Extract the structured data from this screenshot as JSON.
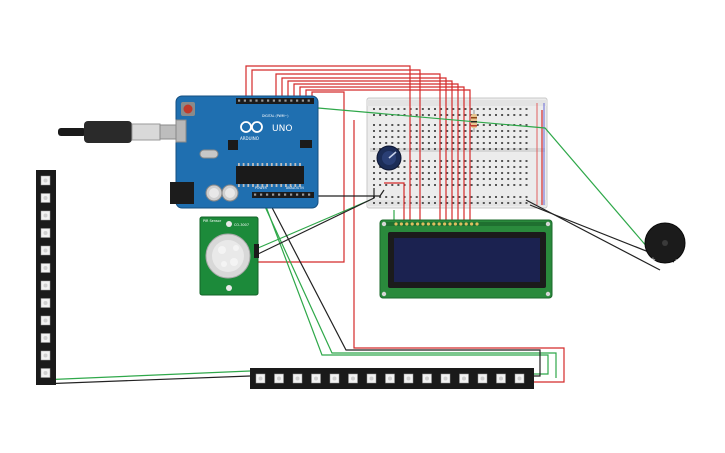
{
  "arduino": {
    "brand_text": "ARDUINO",
    "model_text": "UNO",
    "digital_header_text": "DIGITAL (PWM~)",
    "power_text": "POWER",
    "analog_text": "ANALOG IN"
  },
  "pir_sensor": {
    "label_top_left": "PIR Sensor",
    "label_top_right": "CO-3007"
  },
  "buzzer": {
    "pin_plus": "+",
    "pin_minus": "−"
  },
  "colors": {
    "wire_red": "#d42a2a",
    "wire_green": "#2fa84a",
    "wire_black": "#222222",
    "arduino_board": "#1f6fb0",
    "pir_board": "#1c8a3a",
    "lcd_board": "#2a8a3c",
    "lcd_screen": "#1b2250",
    "led_strip": "#1a1a1a",
    "breadboard": "#ececec"
  }
}
